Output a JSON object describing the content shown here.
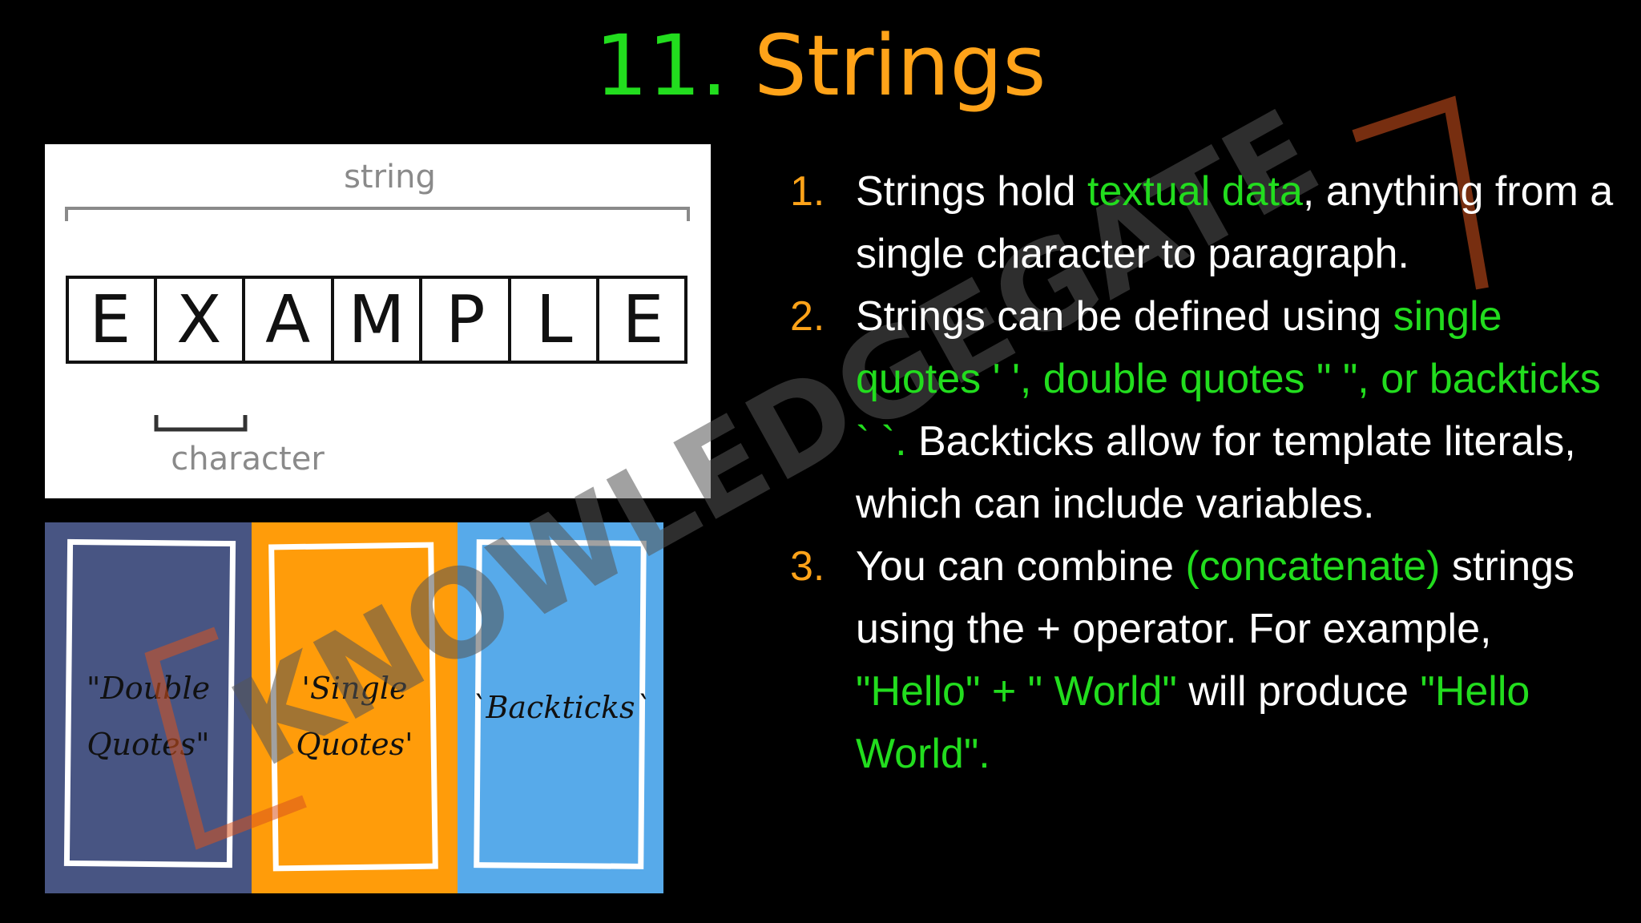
{
  "title": {
    "number": "11.",
    "word": "Strings"
  },
  "diagram": {
    "string_label": "string",
    "character_label": "character",
    "letters": [
      "E",
      "X",
      "A",
      "M",
      "P",
      "L",
      "E"
    ]
  },
  "quote_cards": [
    {
      "line1": "\"Double",
      "line2": "Quotes\"",
      "color": "#485583"
    },
    {
      "line1": "'Single",
      "line2": "Quotes'",
      "color": "#ff9c0a"
    },
    {
      "line1": "`Backticks`",
      "line2": "",
      "color": "#57aaea"
    }
  ],
  "watermark": "KNOWLEDGEGATE",
  "points": [
    {
      "marker": "1.",
      "a": "Strings hold ",
      "b": "textual data",
      "c": ", anything from a single character to paragraph."
    },
    {
      "marker": "2.",
      "a": "Strings can be defined using ",
      "b": "single quotes ' ', double quotes \" \", or backticks ` `.",
      "c": " Backticks allow for template literals, which can include variables."
    },
    {
      "marker": "3.",
      "a": "You can combine ",
      "b": "(concatenate)",
      "c": " strings using the + operator. For example, ",
      "d": "\"Hello\" + \" World\"",
      "e": " will produce ",
      "f": "\"Hello World\"."
    }
  ],
  "colors": {
    "green": "#22dd1e",
    "orange": "#ffa319"
  }
}
